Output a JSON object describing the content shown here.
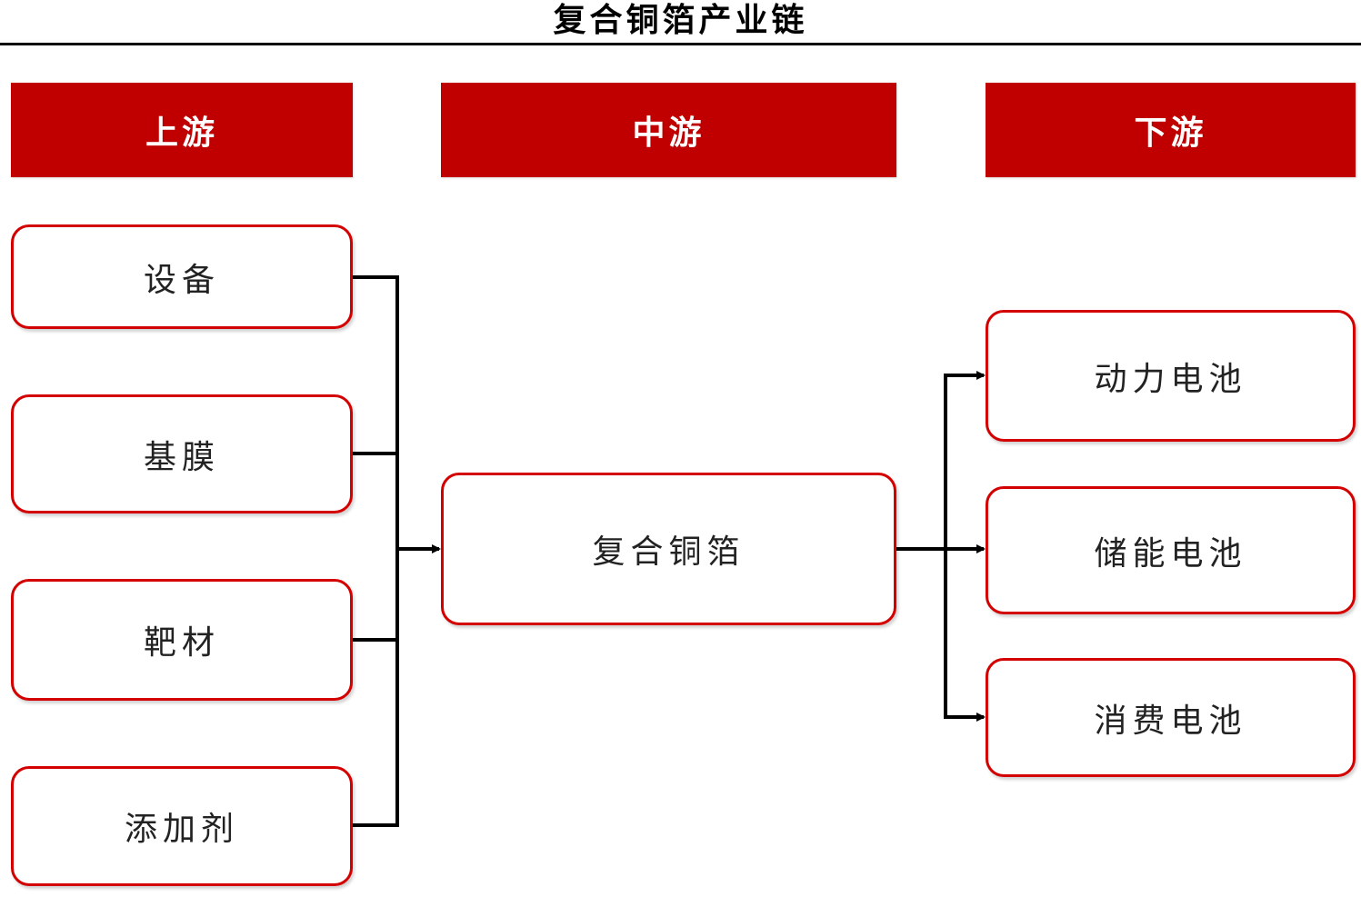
{
  "title": "复合铜箔产业链",
  "headers": {
    "upstream": "上游",
    "midstream": "中游",
    "downstream": "下游"
  },
  "upstream_items": [
    "设备",
    "基膜",
    "靶材",
    "添加剂"
  ],
  "midstream_item": "复合铜箔",
  "downstream_items": [
    "动力电池",
    "储能电池",
    "消费电池"
  ],
  "colors": {
    "header_fill": "#c00000",
    "node_border": "#d40000",
    "connector": "#000000"
  }
}
